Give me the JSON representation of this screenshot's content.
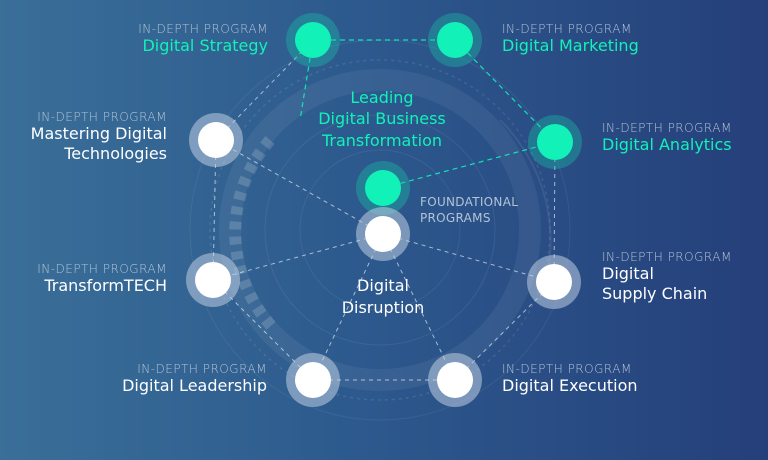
{
  "center": {
    "title": "Leading\nDigital Business\nTransformation",
    "foundational": "FOUNDATIONAL\nPROGRAMS",
    "disruption": "Digital\nDisruption"
  },
  "programs": [
    {
      "kicker": "IN-DEPTH PROGRAM",
      "title": "Digital Strategy"
    },
    {
      "kicker": "IN-DEPTH PROGRAM",
      "title": "Digital Marketing"
    },
    {
      "kicker": "IN-DEPTH PROGRAM",
      "title": "Mastering Digital\nTechnologies"
    },
    {
      "kicker": "IN-DEPTH PROGRAM",
      "title": "Digital Analytics"
    },
    {
      "kicker": "IN-DEPTH PROGRAM",
      "title": "TransformTECH"
    },
    {
      "kicker": "IN-DEPTH PROGRAM",
      "title": "Digital\nSupply Chain"
    },
    {
      "kicker": "IN-DEPTH PROGRAM",
      "title": "Digital Leadership"
    },
    {
      "kicker": "IN-DEPTH PROGRAM",
      "title": "Digital Execution"
    }
  ],
  "colors": {
    "accent": "#12f2b8",
    "background_start": "#3a6f98",
    "background_end": "#253f7a",
    "kicker_text": "#b4c3d6",
    "title_text": "#ffffff"
  }
}
